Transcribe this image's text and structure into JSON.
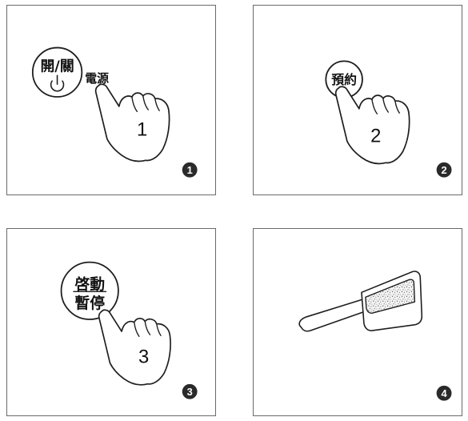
{
  "panels": [
    {
      "id": 1,
      "button_label": "開/關",
      "side_label": "電源",
      "finger_number": "1",
      "badge": "1"
    },
    {
      "id": 2,
      "button_label": "預約",
      "finger_number": "2",
      "badge": "2"
    },
    {
      "id": 3,
      "button_label_line1": "啓動",
      "button_label_line2": "暫停",
      "finger_number": "3",
      "badge": "3"
    },
    {
      "id": 4,
      "badge": "4"
    }
  ]
}
